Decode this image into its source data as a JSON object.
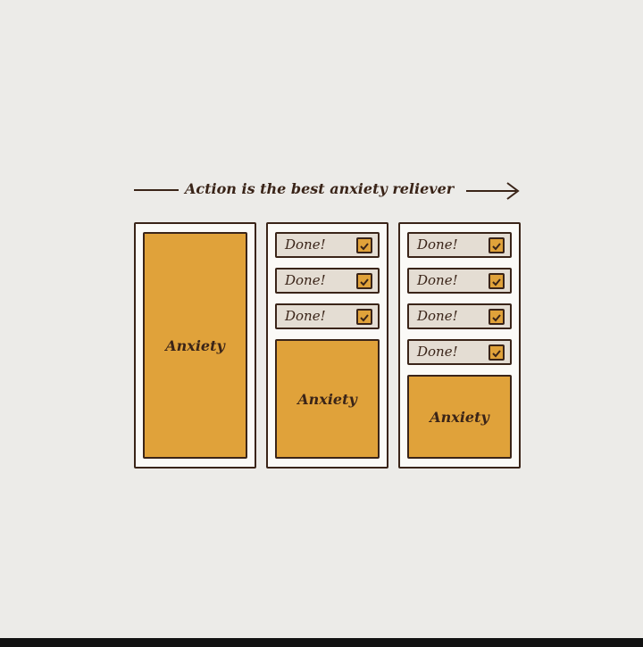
{
  "title": "Action is the best anxiety reliever",
  "columns": [
    {
      "done": [],
      "anxiety_label": "Anxiety"
    },
    {
      "done": [
        "Done!",
        "Done!",
        "Done!"
      ],
      "anxiety_label": "Anxiety"
    },
    {
      "done": [
        "Done!",
        "Done!",
        "Done!",
        "Done!"
      ],
      "anxiety_label": "Anxiety"
    }
  ],
  "colors": {
    "background": "#ecebe8",
    "anxiety": "#e0a23a",
    "done_box": "#e4ddd3",
    "ink": "#3a2418",
    "panel": "#fbfaf7"
  }
}
